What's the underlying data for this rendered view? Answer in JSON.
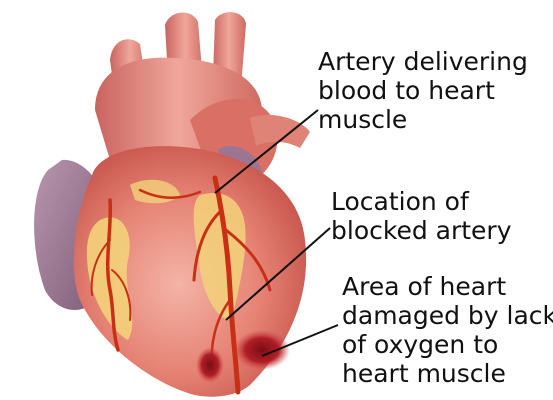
{
  "labels": {
    "artery": [
      "Artery delivering",
      "blood to heart",
      "muscle"
    ],
    "blocked": [
      "Location of",
      "blocked artery"
    ],
    "damage": [
      "Area of heart",
      "damaged by lack",
      "of oxygen to",
      "heart muscle"
    ]
  },
  "colors": {
    "background": "#ffffff",
    "heart_muscle": "#e07a6f",
    "atrium": "#9f7a95",
    "artery": "#c92f15",
    "fat": "#f3d27a",
    "leader_line": "#111111"
  }
}
